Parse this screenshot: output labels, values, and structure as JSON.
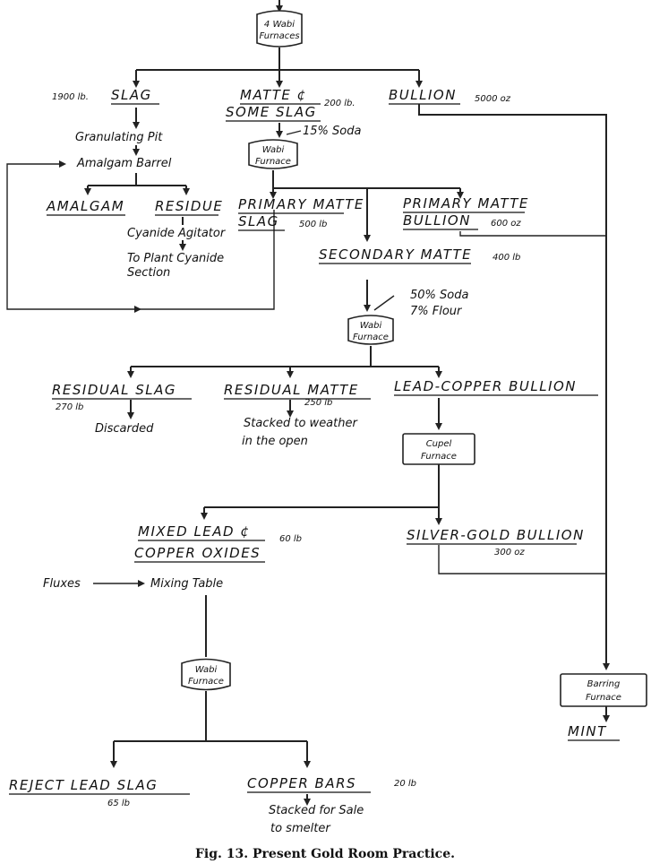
{
  "furnace_top": {
    "line1": "4 Wabi",
    "line2": "Furnaces"
  },
  "slag": {
    "qty": "1900 lb.",
    "label": "SLAG"
  },
  "matte_some_slag": {
    "line1": "MATTE ¢",
    "line2": "SOME SLAG",
    "qty": "200 lb."
  },
  "bullion": {
    "label": "BULLION",
    "qty": "5000 oz"
  },
  "granulating_pit": "Granulating Pit",
  "amalgam_barrel": "Amalgam Barrel",
  "soda_15": "15% Soda",
  "wabi_furnace": {
    "line1": "Wabi",
    "line2": "Furnace"
  },
  "amalgam": "AMALGAM",
  "residue": "RESIDUE",
  "cyanide_agitator": "Cyanide Agitator",
  "to_plant_cyanide": {
    "line1": "To Plant Cyanide",
    "line2": "Section"
  },
  "primary_matte_slag": {
    "line1": "PRIMARY MATTE",
    "line2": "SLAG",
    "qty": "500 lb"
  },
  "primary_matte_bullion": {
    "line1": "PRIMARY MATTE",
    "line2": "BULLION",
    "qty": "600 oz"
  },
  "secondary_matte": {
    "label": "SECONDARY MATTE",
    "qty": "400 lb"
  },
  "soda_flour": {
    "line1": "50% Soda",
    "line2": "7% Flour"
  },
  "wabi_furnace_2": {
    "line1": "Wabi",
    "line2": "Furnace"
  },
  "residual_slag": {
    "label": "RESIDUAL SLAG",
    "qty": "270 lb"
  },
  "discarded": "Discarded",
  "residual_matte": {
    "label": "RESIDUAL MATTE",
    "qty": "250 lb"
  },
  "stacked_weather": {
    "line1": "Stacked to weather",
    "line2": "in the open"
  },
  "lead_copper_bullion": "LEAD-COPPER BULLION",
  "cupel_furnace": {
    "line1": "Cupel",
    "line2": "Furnace"
  },
  "mixed_lead": {
    "line1": "MIXED LEAD ¢",
    "line2": "COPPER OXIDES",
    "qty": "60 lb"
  },
  "silver_gold_bullion": {
    "label": "SILVER-GOLD BULLION",
    "qty": "300 oz"
  },
  "fluxes": "Fluxes",
  "mixing_table": "Mixing Table",
  "wabi_furnace_3": {
    "line1": "Wabi",
    "line2": "Furnace"
  },
  "barring_furnace": {
    "line1": "Barring",
    "line2": "Furnace"
  },
  "mint": "MINT",
  "reject_lead_slag": {
    "label": "REJECT LEAD SLAG",
    "qty": "65 lb"
  },
  "copper_bars": {
    "label": "COPPER BARS",
    "qty": "20 lb"
  },
  "stacked_sale": {
    "line1": "Stacked for Sale",
    "line2": "to smelter"
  },
  "caption": "Fig. 13.  Present Gold Room Practice."
}
